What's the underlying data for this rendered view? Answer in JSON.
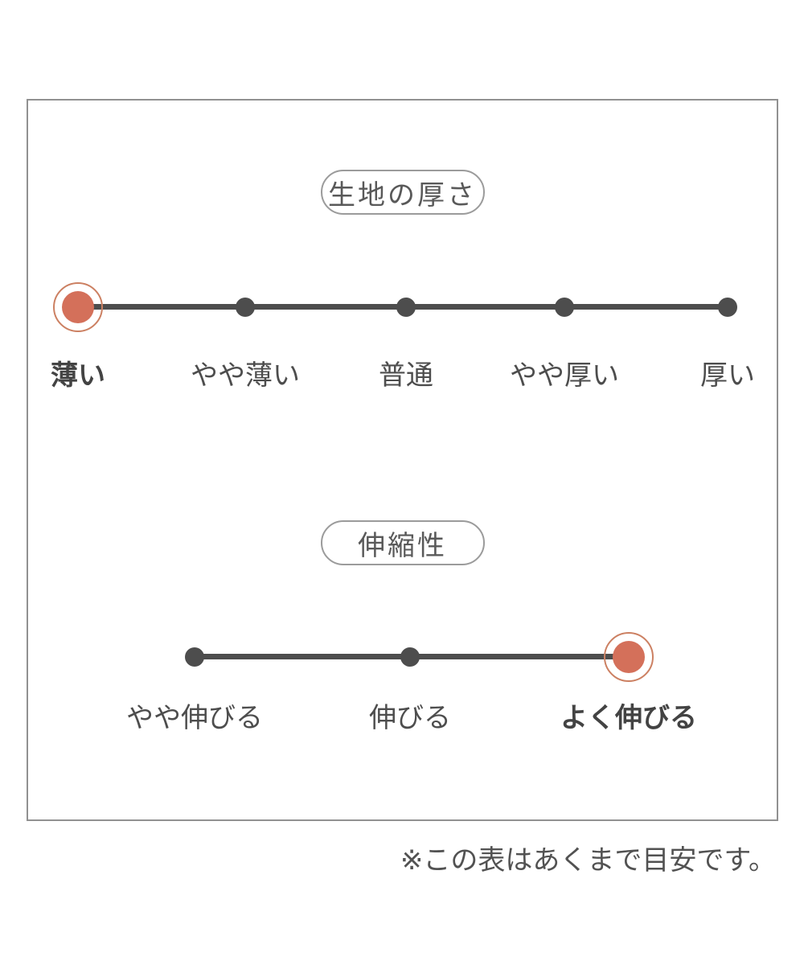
{
  "footnote": "※この表はあくまで目安です。",
  "colors": {
    "accent": "#d4705a",
    "accent_ring": "#cc8062",
    "scale_line": "#4d4d4d",
    "text": "#4d4d4d",
    "pill_border": "#9b9b9b",
    "board_border": "#919191",
    "background": "#ffffff"
  },
  "chart_data": [
    {
      "type": "scale",
      "title": "生地の厚さ",
      "categories": [
        "薄い",
        "やや薄い",
        "普通",
        "やや厚い",
        "厚い"
      ],
      "selected": "薄い",
      "selected_index": 0,
      "num_levels": 5,
      "legend_position": "none",
      "grid": false
    },
    {
      "type": "scale",
      "title": "伸縮性",
      "categories": [
        "やや伸びる",
        "伸びる",
        "よく伸びる"
      ],
      "selected": "よく伸びる",
      "selected_index": 2,
      "num_levels": 3,
      "legend_position": "none",
      "grid": false
    }
  ]
}
